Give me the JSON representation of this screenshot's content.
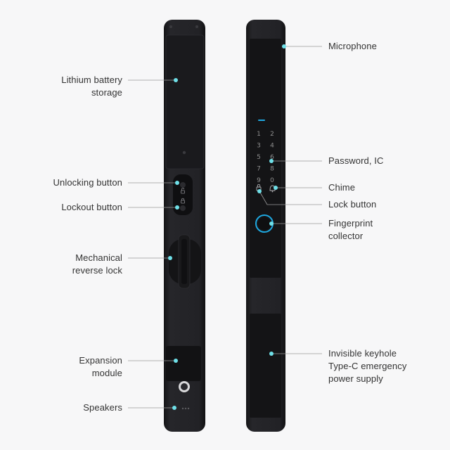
{
  "colors": {
    "background": "#f7f7f8",
    "lock_body": "#1d1d1f",
    "panel": "#141416",
    "leader_line": "#9a9a9a",
    "marker_dot": "#6fe0e8",
    "keypad_glow": "#1ea8e0",
    "keypad_digit": "#8e8e8e"
  },
  "left_labels": [
    {
      "id": "battery",
      "lines": [
        "Lithium battery",
        "storage"
      ]
    },
    {
      "id": "unlock",
      "lines": [
        "Unlocking button"
      ]
    },
    {
      "id": "lockout",
      "lines": [
        "Lockout button"
      ]
    },
    {
      "id": "mechanical",
      "lines": [
        "Mechanical",
        "reverse lock"
      ]
    },
    {
      "id": "expansion",
      "lines": [
        "Expansion",
        "module"
      ]
    },
    {
      "id": "speakers",
      "lines": [
        "Speakers"
      ]
    }
  ],
  "right_labels": [
    {
      "id": "microphone",
      "lines": [
        "Microphone"
      ]
    },
    {
      "id": "password",
      "lines": [
        "Password, IC"
      ]
    },
    {
      "id": "chime",
      "lines": [
        "Chime"
      ]
    },
    {
      "id": "lockbutton",
      "lines": [
        "Lock button"
      ]
    },
    {
      "id": "fingerprint",
      "lines": [
        "Fingerprint",
        "collector"
      ]
    },
    {
      "id": "keyhole",
      "lines": [
        "Invisible keyhole",
        "Type-C emergency",
        "power supply"
      ]
    }
  ],
  "keypad": {
    "digits": [
      "1",
      "2",
      "3",
      "4",
      "5",
      "6",
      "7",
      "8",
      "9",
      "0"
    ]
  },
  "icons": {
    "unlock_button": "unlock-padlock-icon",
    "lockout_button": "lock-padlock-icon",
    "chime": "bell-icon",
    "lock_button": "lock-icon",
    "fingerprint": "fingerprint-icon"
  }
}
